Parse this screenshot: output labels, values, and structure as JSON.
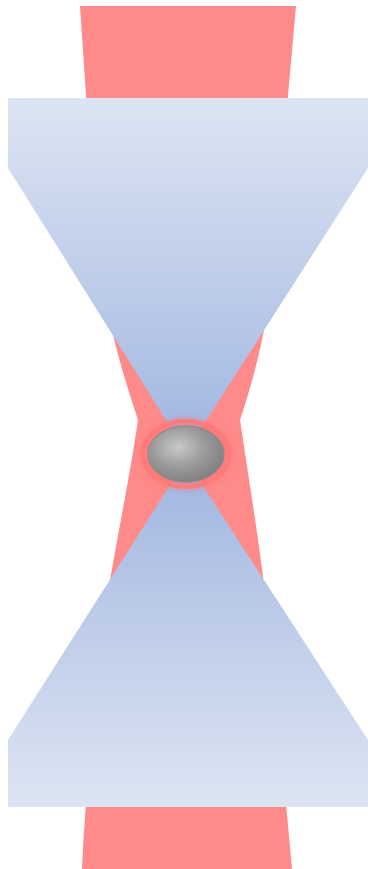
{
  "diagram": {
    "elements": [
      "laser-beam",
      "upper-light-cone",
      "lower-light-cone",
      "trapped-particle"
    ],
    "colors": {
      "background": "#ffffff",
      "laser_beam": "#ff8a8a",
      "laser_beam_glow": "#ff6b6b",
      "cone_light": "#dde5f3",
      "cone_mid": "#bccbe8",
      "cone_focus": "#9fb5e2",
      "particle_fill": "#9a9a9a",
      "particle_highlight": "#c9c9c9",
      "particle_rim": "#ff7a7a"
    }
  }
}
